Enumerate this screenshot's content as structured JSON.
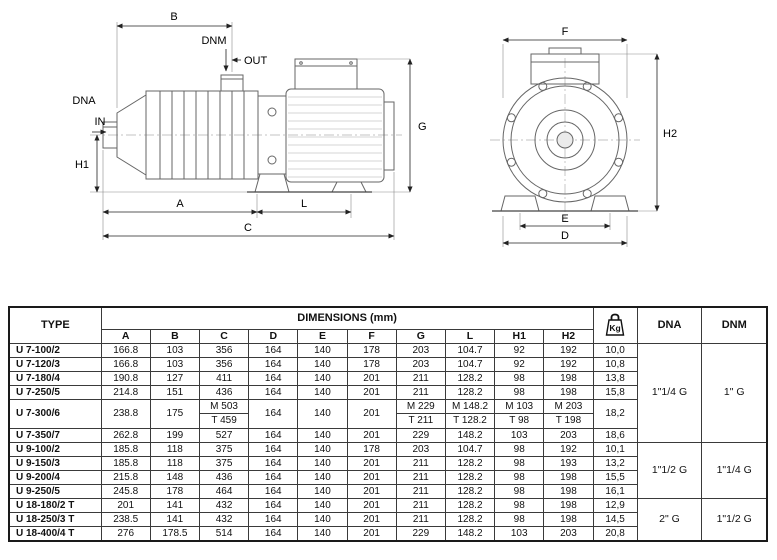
{
  "diagram": {
    "side_view": {
      "B": "B",
      "DNM": "DNM",
      "OUT": "OUT",
      "DNA": "DNA",
      "IN": "IN",
      "H1": "H1",
      "A": "A",
      "L": "L",
      "C": "C",
      "G": "G"
    },
    "front_view": {
      "F": "F",
      "H2": "H2",
      "E": "E",
      "D": "D"
    }
  },
  "table": {
    "header": {
      "type": "TYPE",
      "dimensions": "DIMENSIONS (mm)",
      "dim_cols": [
        "A",
        "B",
        "C",
        "D",
        "E",
        "F",
        "G",
        "L",
        "H1",
        "H2"
      ],
      "kg": "Kg",
      "dna": "DNA",
      "dnm": "DNM"
    },
    "rows": [
      {
        "type": "U 7-100/2",
        "cells": [
          "166.8",
          "103",
          "356",
          "164",
          "140",
          "178",
          "203",
          "104.7",
          "92",
          "192"
        ],
        "kg": "10,0"
      },
      {
        "type": "U 7-120/3",
        "cells": [
          "166.8",
          "103",
          "356",
          "164",
          "140",
          "178",
          "203",
          "104.7",
          "92",
          "192"
        ],
        "kg": "10,8"
      },
      {
        "type": "U 7-180/4",
        "cells": [
          "190.8",
          "127",
          "411",
          "164",
          "140",
          "201",
          "211",
          "128.2",
          "98",
          "198"
        ],
        "kg": "13,8"
      },
      {
        "type": "U 7-250/5",
        "cells": [
          "214.8",
          "151",
          "436",
          "164",
          "140",
          "201",
          "211",
          "128.2",
          "98",
          "198"
        ],
        "kg": "15,8"
      },
      {
        "type": "U 7-300/6",
        "cells": [
          "238.8",
          "175",
          {
            "m": "M 503",
            "t": "T 459"
          },
          "164",
          "140",
          "201",
          {
            "m": "M 229",
            "t": "T 211"
          },
          {
            "m": "M 148.2",
            "t": "T 128.2"
          },
          {
            "m": "M 103",
            "t": "T 98"
          },
          {
            "m": "M 203",
            "t": "T 198"
          }
        ],
        "kg": "18,2"
      },
      {
        "type": "U 7-350/7",
        "cells": [
          "262.8",
          "199",
          "527",
          "164",
          "140",
          "201",
          "229",
          "148.2",
          "103",
          "203"
        ],
        "kg": "18,6"
      },
      {
        "type": "U 9-100/2",
        "cells": [
          "185.8",
          "118",
          "375",
          "164",
          "140",
          "178",
          "203",
          "104.7",
          "98",
          "192"
        ],
        "kg": "10,1"
      },
      {
        "type": "U 9-150/3",
        "cells": [
          "185.8",
          "118",
          "375",
          "164",
          "140",
          "201",
          "211",
          "128.2",
          "98",
          "193"
        ],
        "kg": "13,2"
      },
      {
        "type": "U 9-200/4",
        "cells": [
          "215.8",
          "148",
          "436",
          "164",
          "140",
          "201",
          "211",
          "128.2",
          "98",
          "198"
        ],
        "kg": "15,5"
      },
      {
        "type": "U 9-250/5",
        "cells": [
          "245.8",
          "178",
          "464",
          "164",
          "140",
          "201",
          "211",
          "128.2",
          "98",
          "198"
        ],
        "kg": "16,1"
      },
      {
        "type": "U 18-180/2 T",
        "cells": [
          "201",
          "141",
          "432",
          "164",
          "140",
          "201",
          "211",
          "128.2",
          "98",
          "198"
        ],
        "kg": "12,9"
      },
      {
        "type": "U 18-250/3 T",
        "cells": [
          "238.5",
          "141",
          "432",
          "164",
          "140",
          "201",
          "211",
          "128.2",
          "98",
          "198"
        ],
        "kg": "14,5"
      },
      {
        "type": "U 18-400/4 T",
        "cells": [
          "276",
          "178.5",
          "514",
          "164",
          "140",
          "201",
          "229",
          "148.2",
          "103",
          "203"
        ],
        "kg": "20,8"
      }
    ],
    "groups": [
      {
        "start": 0,
        "span": 6,
        "dna": "1\"1/4 G",
        "dnm": "1\" G"
      },
      {
        "start": 6,
        "span": 4,
        "dna": "1\"1/2 G",
        "dnm": "1\"1/4 G"
      },
      {
        "start": 10,
        "span": 3,
        "dna": "2\" G",
        "dnm": "1\"1/2 G"
      }
    ]
  }
}
